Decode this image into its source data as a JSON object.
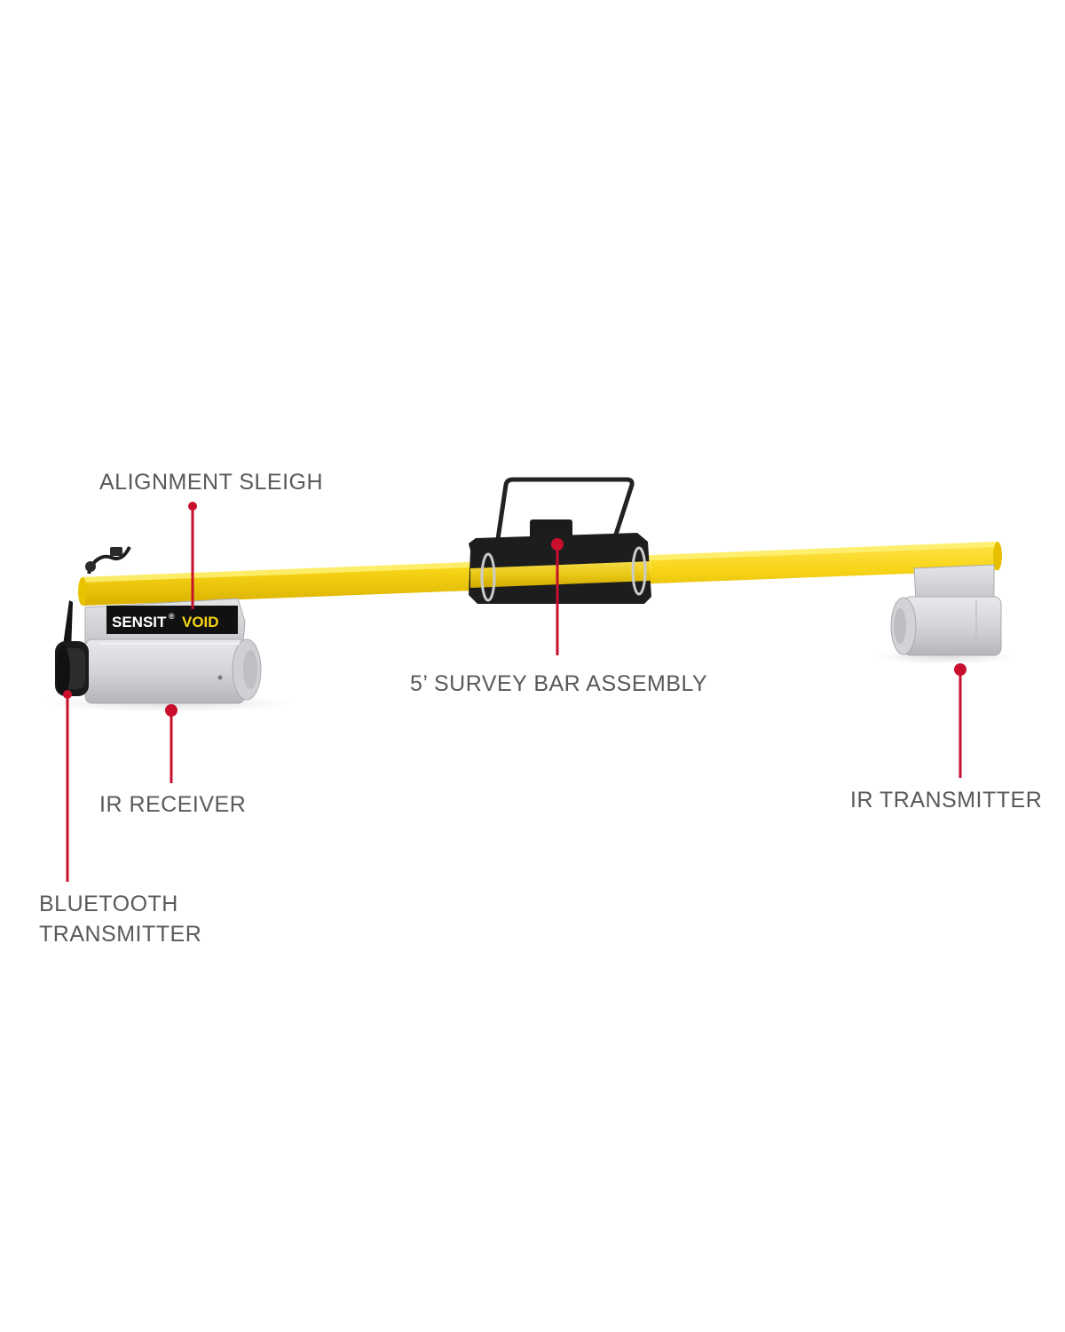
{
  "brand": {
    "logo_left": "SENSIT",
    "logo_reg": "®",
    "logo_right": "VOID"
  },
  "callouts": {
    "alignment_sleigh": "ALIGNMENT SLEIGH",
    "survey_bar": "5’ SURVEY BAR ASSEMBLY",
    "ir_receiver": "IR RECEIVER",
    "ir_transmitter": "IR TRANSMITTER",
    "bluetooth_line1": "BLUETOOTH",
    "bluetooth_line2": "TRANSMITTER"
  },
  "colors": {
    "accent": "#c8102e",
    "bar": "#f7d417",
    "label": "#595959",
    "housing": "#d9dadc",
    "mount": "#1c1c1c"
  }
}
